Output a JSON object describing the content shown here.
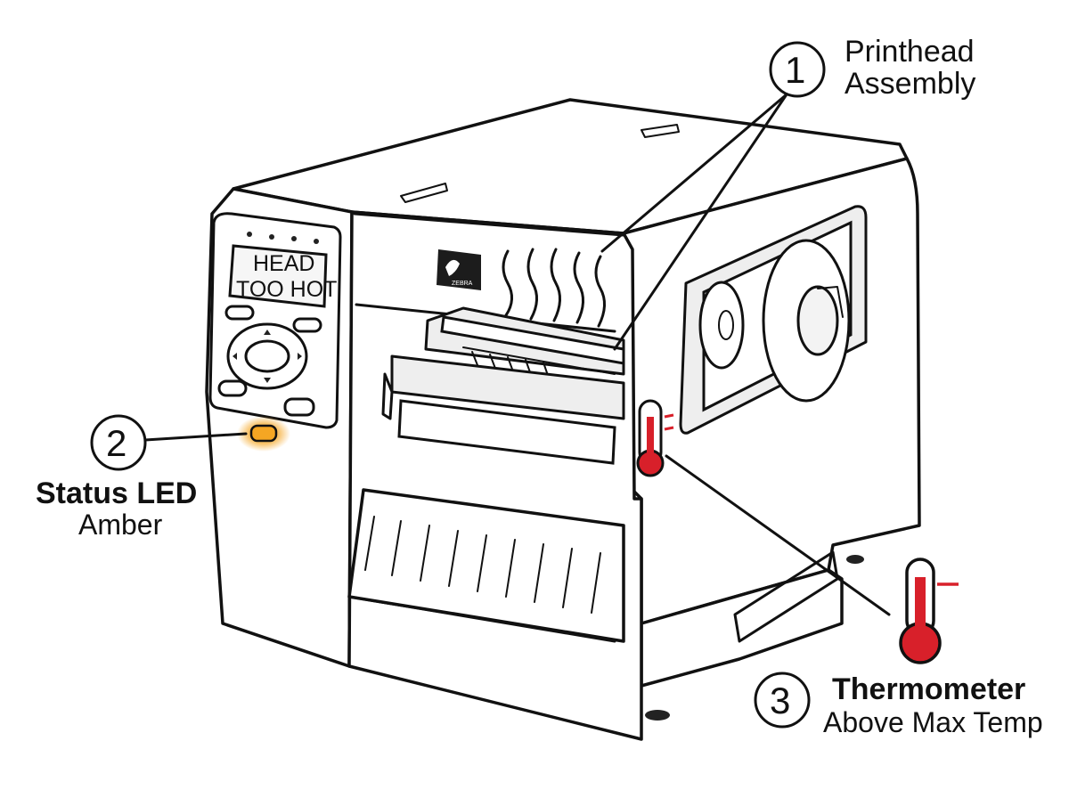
{
  "display": {
    "line1": "HEAD",
    "line2": "TOO HOT"
  },
  "brand": {
    "logo_text": "ZEBRA"
  },
  "callouts": [
    {
      "number": "1",
      "title": "Printhead",
      "subtitle": "Assembly"
    },
    {
      "number": "2",
      "title": "Status LED",
      "subtitle": "Amber"
    },
    {
      "number": "3",
      "title": "Thermometer",
      "subtitle": "Above Max Temp"
    }
  ],
  "colors": {
    "led_amber": "#f5a623",
    "thermometer_red": "#d8202a",
    "outline": "#111111"
  },
  "icons": [
    "thermometer-icon",
    "heat-wave-icon",
    "zebra-logo"
  ]
}
